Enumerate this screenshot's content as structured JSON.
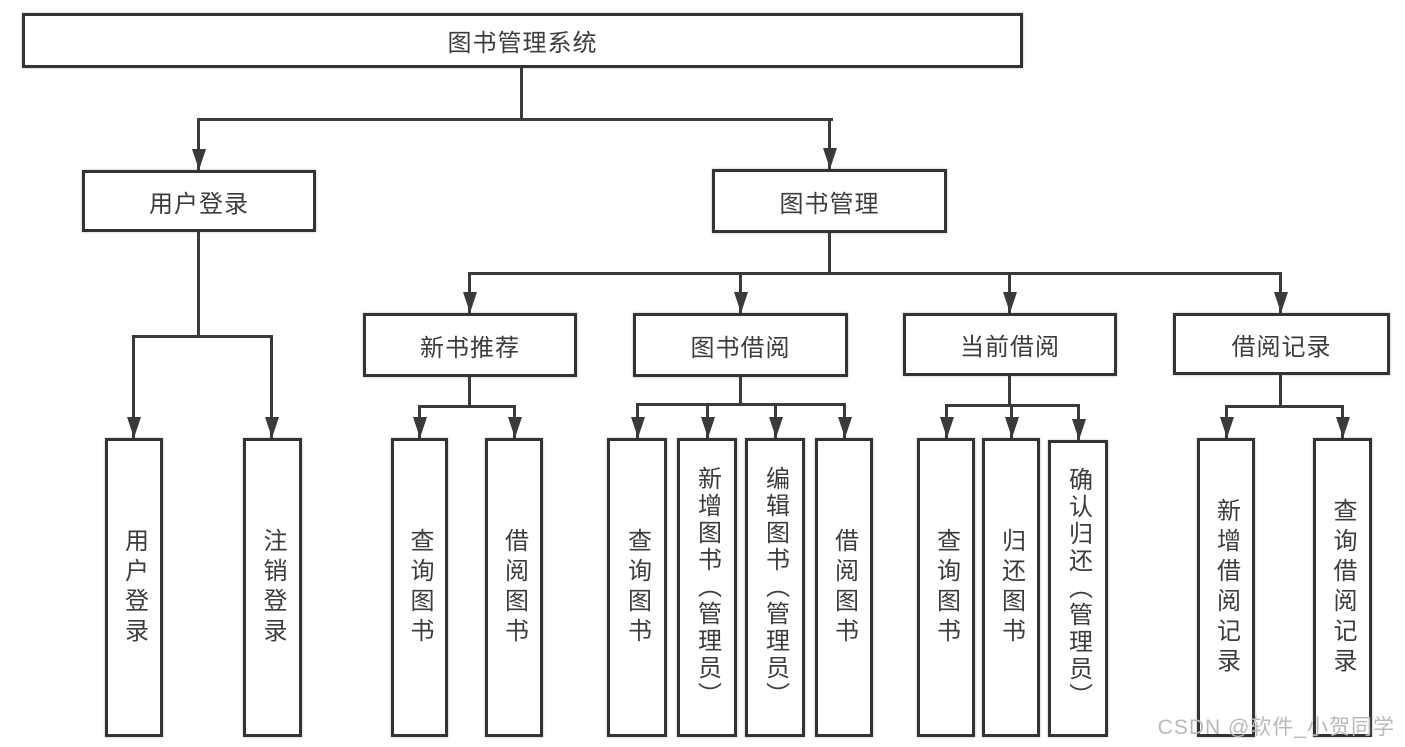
{
  "tree": {
    "label": "图书管理系统",
    "children": [
      {
        "label": "用户登录",
        "children": [
          {
            "label": "用户登录"
          },
          {
            "label": "注销登录"
          }
        ]
      },
      {
        "label": "图书管理",
        "children": [
          {
            "label": "新书推荐",
            "children": [
              {
                "label": "查询图书"
              },
              {
                "label": "借阅图书"
              }
            ]
          },
          {
            "label": "图书借阅",
            "children": [
              {
                "label": "查询图书"
              },
              {
                "label": "新增图书（管理员）"
              },
              {
                "label": "编辑图书（管理员）"
              },
              {
                "label": "借阅图书"
              }
            ]
          },
          {
            "label": "当前借阅",
            "children": [
              {
                "label": "查询图书"
              },
              {
                "label": "归还图书"
              },
              {
                "label": "确认归还（管理员）"
              }
            ]
          },
          {
            "label": "借阅记录",
            "children": [
              {
                "label": "新增借阅记录"
              },
              {
                "label": "查询借阅记录"
              }
            ]
          }
        ]
      }
    ]
  },
  "watermark": {
    "text": "CSDN @软件_小贺同学"
  },
  "colors": {
    "line": "#3a3a3a",
    "box_border": "#333333",
    "text": "#3c3c3c",
    "watermark": "#b9b9b9",
    "background": "#ffffff"
  }
}
